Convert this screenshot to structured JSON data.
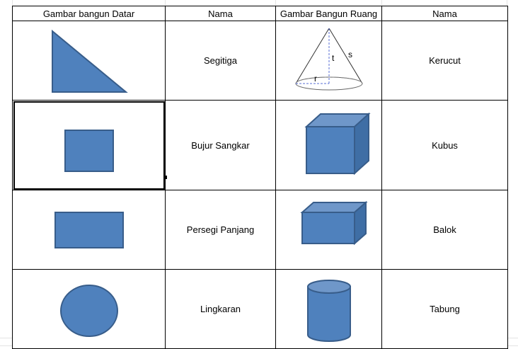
{
  "table": {
    "headers": [
      "Gambar bangun Datar",
      "Nama",
      "Gambar Bangun Ruang",
      "Nama"
    ],
    "rows": [
      {
        "flat_shape_icon": "right-triangle-icon",
        "flat_name": "Segitiga",
        "solid_shape_icon": "cone-icon",
        "solid_name": "Kerucut"
      },
      {
        "flat_shape_icon": "square-icon",
        "flat_name": "Bujur Sangkar",
        "solid_shape_icon": "cube-icon",
        "solid_name": "Kubus"
      },
      {
        "flat_shape_icon": "rectangle-icon",
        "flat_name": "Persegi Panjang",
        "solid_shape_icon": "cuboid-icon",
        "solid_name": "Balok"
      },
      {
        "flat_shape_icon": "circle-icon",
        "flat_name": "Lingkaran",
        "solid_shape_icon": "cylinder-icon",
        "solid_name": "Tabung"
      }
    ]
  },
  "cone_labels": {
    "slant": "s",
    "height": "t",
    "radius": "r"
  },
  "colors": {
    "shape_fill": "#4f81bd",
    "shape_stroke": "#385d8a",
    "shape_top": "#6f97c9",
    "shape_side": "#3f6ea5"
  }
}
